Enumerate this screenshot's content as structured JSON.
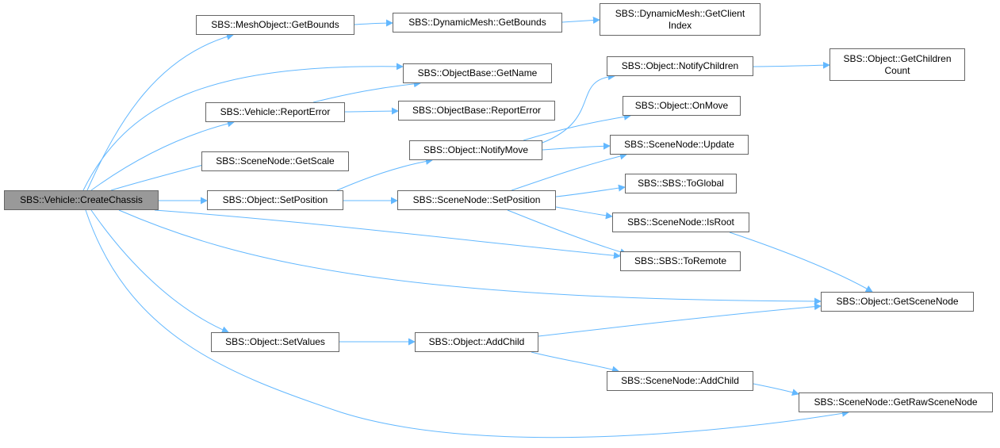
{
  "graph": {
    "root": "createchassis",
    "colors": {
      "edge": "#63b8ff",
      "node_border": "#666666",
      "root_fill": "#999999",
      "node_fill": "#ffffff"
    },
    "nodes": [
      {
        "id": "createchassis",
        "label": "SBS::Vehicle::CreateChassis"
      },
      {
        "id": "mo_getbounds",
        "label": "SBS::MeshObject::GetBounds"
      },
      {
        "id": "dm_getbounds",
        "label": "SBS::DynamicMesh::GetBounds"
      },
      {
        "id": "dm_getclientindex",
        "label": "SBS::DynamicMesh::GetClient Index"
      },
      {
        "id": "ob_getname",
        "label": "SBS::ObjectBase::GetName"
      },
      {
        "id": "veh_reporterror",
        "label": "SBS::Vehicle::ReportError"
      },
      {
        "id": "ob_reporterror",
        "label": "SBS::ObjectBase::ReportError"
      },
      {
        "id": "obj_notifychildren",
        "label": "SBS::Object::NotifyChildren"
      },
      {
        "id": "obj_getchildrencount",
        "label": "SBS::Object::GetChildren Count"
      },
      {
        "id": "obj_onmove",
        "label": "SBS::Object::OnMove"
      },
      {
        "id": "obj_notifymove",
        "label": "SBS::Object::NotifyMove"
      },
      {
        "id": "sn_update",
        "label": "SBS::SceneNode::Update"
      },
      {
        "id": "sn_getscale",
        "label": "SBS::SceneNode::GetScale"
      },
      {
        "id": "obj_setposition",
        "label": "SBS::Object::SetPosition"
      },
      {
        "id": "sn_setposition",
        "label": "SBS::SceneNode::SetPosition"
      },
      {
        "id": "sbs_toglobal",
        "label": "SBS::SBS::ToGlobal"
      },
      {
        "id": "sn_isroot",
        "label": "SBS::SceneNode::IsRoot"
      },
      {
        "id": "sbs_toremote",
        "label": "SBS::SBS::ToRemote"
      },
      {
        "id": "obj_getscenenode",
        "label": "SBS::Object::GetSceneNode"
      },
      {
        "id": "obj_setvalues",
        "label": "SBS::Object::SetValues"
      },
      {
        "id": "obj_addchild",
        "label": "SBS::Object::AddChild"
      },
      {
        "id": "sn_addchild",
        "label": "SBS::SceneNode::AddChild"
      },
      {
        "id": "sn_getrawscenenode",
        "label": "SBS::SceneNode::GetRawSceneNode"
      }
    ],
    "edges": [
      {
        "from": "createchassis",
        "to": "mo_getbounds"
      },
      {
        "from": "mo_getbounds",
        "to": "dm_getbounds"
      },
      {
        "from": "dm_getbounds",
        "to": "dm_getclientindex"
      },
      {
        "from": "createchassis",
        "to": "ob_getname"
      },
      {
        "from": "createchassis",
        "to": "veh_reporterror"
      },
      {
        "from": "veh_reporterror",
        "to": "ob_getname"
      },
      {
        "from": "veh_reporterror",
        "to": "ob_reporterror"
      },
      {
        "from": "createchassis",
        "to": "sn_getscale"
      },
      {
        "from": "createchassis",
        "to": "obj_setposition"
      },
      {
        "from": "obj_setposition",
        "to": "obj_notifymove"
      },
      {
        "from": "obj_notifymove",
        "to": "obj_notifychildren"
      },
      {
        "from": "obj_notifychildren",
        "to": "obj_getchildrencount"
      },
      {
        "from": "obj_notifymove",
        "to": "obj_onmove"
      },
      {
        "from": "obj_notifymove",
        "to": "sn_update"
      },
      {
        "from": "obj_setposition",
        "to": "sn_setposition"
      },
      {
        "from": "sn_setposition",
        "to": "sn_update"
      },
      {
        "from": "sn_setposition",
        "to": "sbs_toglobal"
      },
      {
        "from": "sn_setposition",
        "to": "sn_isroot"
      },
      {
        "from": "sn_setposition",
        "to": "sbs_toremote"
      },
      {
        "from": "sn_isroot",
        "to": "obj_getscenenode"
      },
      {
        "from": "createchassis",
        "to": "sbs_toremote"
      },
      {
        "from": "createchassis",
        "to": "obj_getscenenode"
      },
      {
        "from": "createchassis",
        "to": "obj_setvalues"
      },
      {
        "from": "obj_setvalues",
        "to": "obj_addchild"
      },
      {
        "from": "obj_addchild",
        "to": "obj_getscenenode"
      },
      {
        "from": "obj_addchild",
        "to": "sn_addchild"
      },
      {
        "from": "sn_addchild",
        "to": "sn_getrawscenenode"
      },
      {
        "from": "createchassis",
        "to": "sn_getrawscenenode"
      }
    ]
  }
}
